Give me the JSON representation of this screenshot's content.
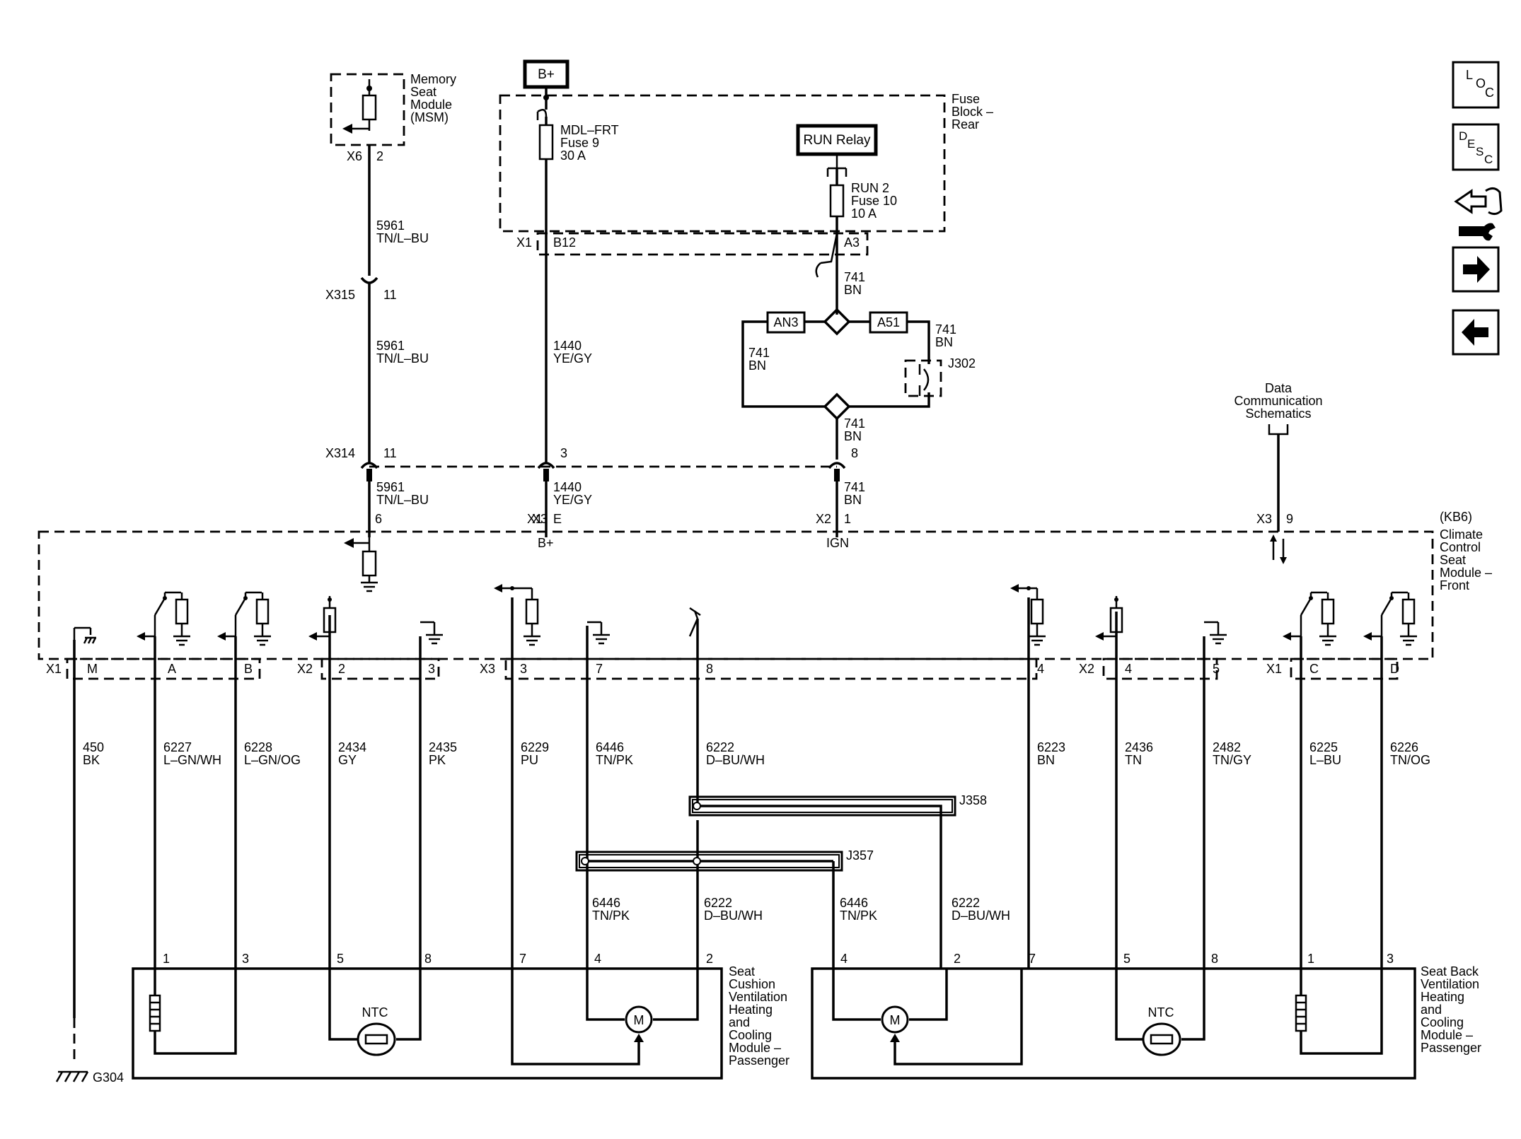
{
  "top": {
    "battery": "B+",
    "msm": [
      "Memory",
      "Seat",
      "Module",
      "(MSM)"
    ],
    "msm_conn": "X6",
    "msm_pin": "2",
    "fuse_block": [
      "Fuse",
      "Block –",
      "Rear"
    ],
    "fuse9": [
      "MDL–FRT",
      "Fuse 9",
      "30 A"
    ],
    "run_relay": "RUN Relay",
    "fuse10": [
      "RUN 2",
      "Fuse 10",
      "10 A"
    ],
    "x1": "X1",
    "b12": "B12",
    "a3": "A3"
  },
  "wires": {
    "w5961": [
      "5961",
      "TN/L–BU"
    ],
    "w1440": [
      "1440",
      "YE/GY"
    ],
    "w741": [
      "741",
      "BN"
    ]
  },
  "connectors": {
    "x315": "X315",
    "x315_pin": "11",
    "x314": "X314",
    "x314_pin11": "11",
    "x314_pin3": "3",
    "x314_pin8": "8"
  },
  "splice": {
    "an3": "AN3",
    "a51": "A51",
    "j302": "J302"
  },
  "data_comm": [
    "Data",
    "Communication",
    "Schematics"
  ],
  "module": {
    "kb6": "(KB6)",
    "name": [
      "Climate",
      "Control",
      "Seat",
      "Module –",
      "Front"
    ],
    "x3": "X3",
    "x3_pin": "6",
    "x1": "X1",
    "x1_pin": "E",
    "x2": "X2",
    "x2_pin": "1",
    "x3b": "X3",
    "x3b_pin": "9",
    "bplus": "B+",
    "ign": "IGN"
  },
  "bottom_conn": {
    "x1": "X1",
    "x2": "X2",
    "x3": "X3",
    "x2b": "X2",
    "x1b": "X1",
    "pins": [
      "M",
      "A",
      "B",
      "2",
      "3",
      "3",
      "7",
      "8",
      "4",
      "4",
      "5",
      "C",
      "D"
    ]
  },
  "circuits": [
    [
      "450",
      "BK"
    ],
    [
      "6227",
      "L–GN/WH"
    ],
    [
      "6228",
      "L–GN/OG"
    ],
    [
      "2434",
      "GY"
    ],
    [
      "2435",
      "PK"
    ],
    [
      "6229",
      "PU"
    ],
    [
      "6446",
      "TN/PK"
    ],
    [
      "6222",
      "D–BU/WH"
    ],
    [
      "6223",
      "BN"
    ],
    [
      "2436",
      "TN"
    ],
    [
      "2482",
      "TN/GY"
    ],
    [
      "6225",
      "L–BU"
    ],
    [
      "6226",
      "TN/OG"
    ]
  ],
  "shields": {
    "j358": "J358",
    "j357": "J357"
  },
  "shielded": {
    "left": [
      "6446",
      "TN/PK"
    ],
    "left2": [
      "6222",
      "D–BU/WH"
    ],
    "right": [
      "6446",
      "TN/PK"
    ],
    "right2": [
      "6222",
      "D–BU/WH"
    ]
  },
  "cushion_module": {
    "name": [
      "Seat",
      "Cushion",
      "Ventilation",
      "Heating",
      "and",
      "Cooling",
      "Module –",
      "Passenger"
    ],
    "pins": [
      "1",
      "3",
      "5",
      "8",
      "7",
      "4",
      "2"
    ],
    "ntc": "NTC",
    "motor": "M"
  },
  "back_module": {
    "name": [
      "Seat Back",
      "Ventilation",
      "Heating",
      "and",
      "Cooling",
      "Module –",
      "Passenger"
    ],
    "pins": [
      "4",
      "2",
      "7",
      "5",
      "8",
      "1",
      "3"
    ],
    "ntc": "NTC",
    "motor": "M"
  },
  "ground": "G304",
  "nav": {
    "loc": [
      "L",
      "O",
      "C"
    ],
    "desc": [
      "D",
      "E",
      "S",
      "C"
    ],
    "icons": [
      "loc-icon",
      "desc-icon",
      "connector-wrench-icon",
      "arrow-right-icon",
      "arrow-left-icon"
    ]
  }
}
